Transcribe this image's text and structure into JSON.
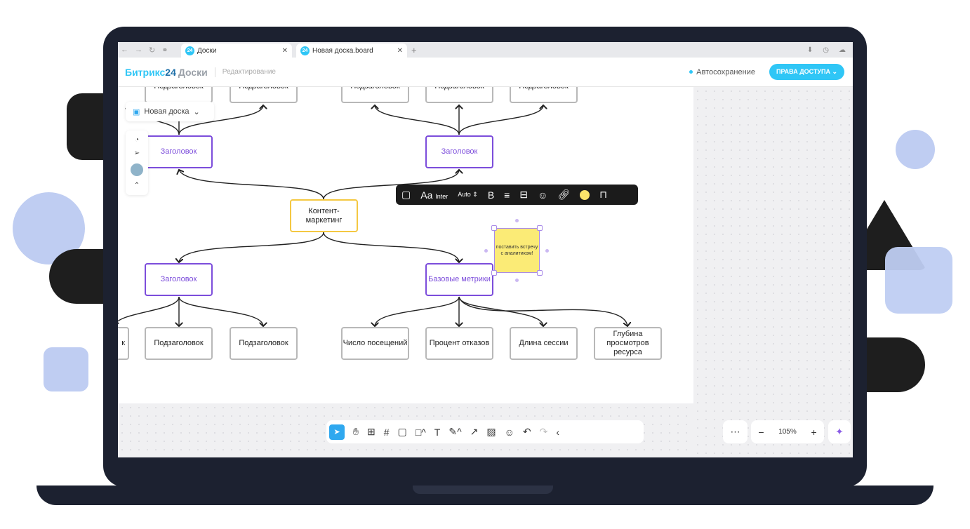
{
  "browser": {
    "tabs": [
      {
        "label": "Доски"
      },
      {
        "label": "Новая доска.board"
      }
    ],
    "new_tab": "+",
    "tab_badge": "24"
  },
  "app": {
    "logo_brand": "Битрикс",
    "logo_num": "24",
    "logo_product": "Доски",
    "mode": "Редактирование",
    "autosave": "Автосохранение",
    "access_button": "ПРАВА ДОСТУПА"
  },
  "board": {
    "name": "Новая доска"
  },
  "nodes": {
    "top": [
      "Подзаголовок",
      "Подзаголовок",
      "Подзаголовок",
      "Подзаголовок",
      "Подзаголовок"
    ],
    "heading_tl": "Заголовок",
    "heading_tr": "Заголовок",
    "center": "Контент-маркетинг",
    "heading_bl": "Заголовок",
    "metrics": "Базовые метрики",
    "bottom": [
      "к",
      "Подзаголовок",
      "Подзаголовок",
      "Число посещений",
      "Процент отказов",
      "Длина сессии",
      "Глубина просмотров ресурса"
    ]
  },
  "sticky": {
    "text": "поставить встречу с аналитиком!"
  },
  "format_toolbar": {
    "font_icon": "Aa",
    "font": "Inter",
    "size": "Auto",
    "bold": "B",
    "color": "#fbe46b"
  },
  "zoom": {
    "level": "105%"
  },
  "colors": {
    "accent": "#2fc6f6",
    "heading": "#7c4ddb",
    "center": "#f4c842"
  }
}
